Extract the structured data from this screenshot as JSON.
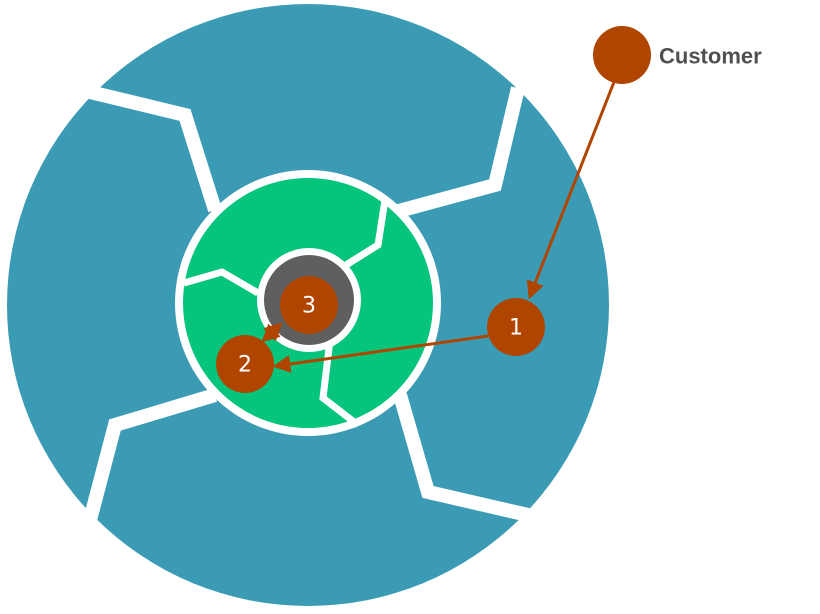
{
  "colors": {
    "outer_ring": "#3c9bb4",
    "middle_ring": "#05c47b",
    "core_ring": "#5f5f5f",
    "node": "#b04500",
    "arrow": "#b04500",
    "gap": "#ffffff",
    "label": "#505050"
  },
  "customer": {
    "label": "Customer"
  },
  "nodes": [
    {
      "id": "node-1",
      "label": "1"
    },
    {
      "id": "node-2",
      "label": "2"
    },
    {
      "id": "node-3",
      "label": "3"
    }
  ]
}
